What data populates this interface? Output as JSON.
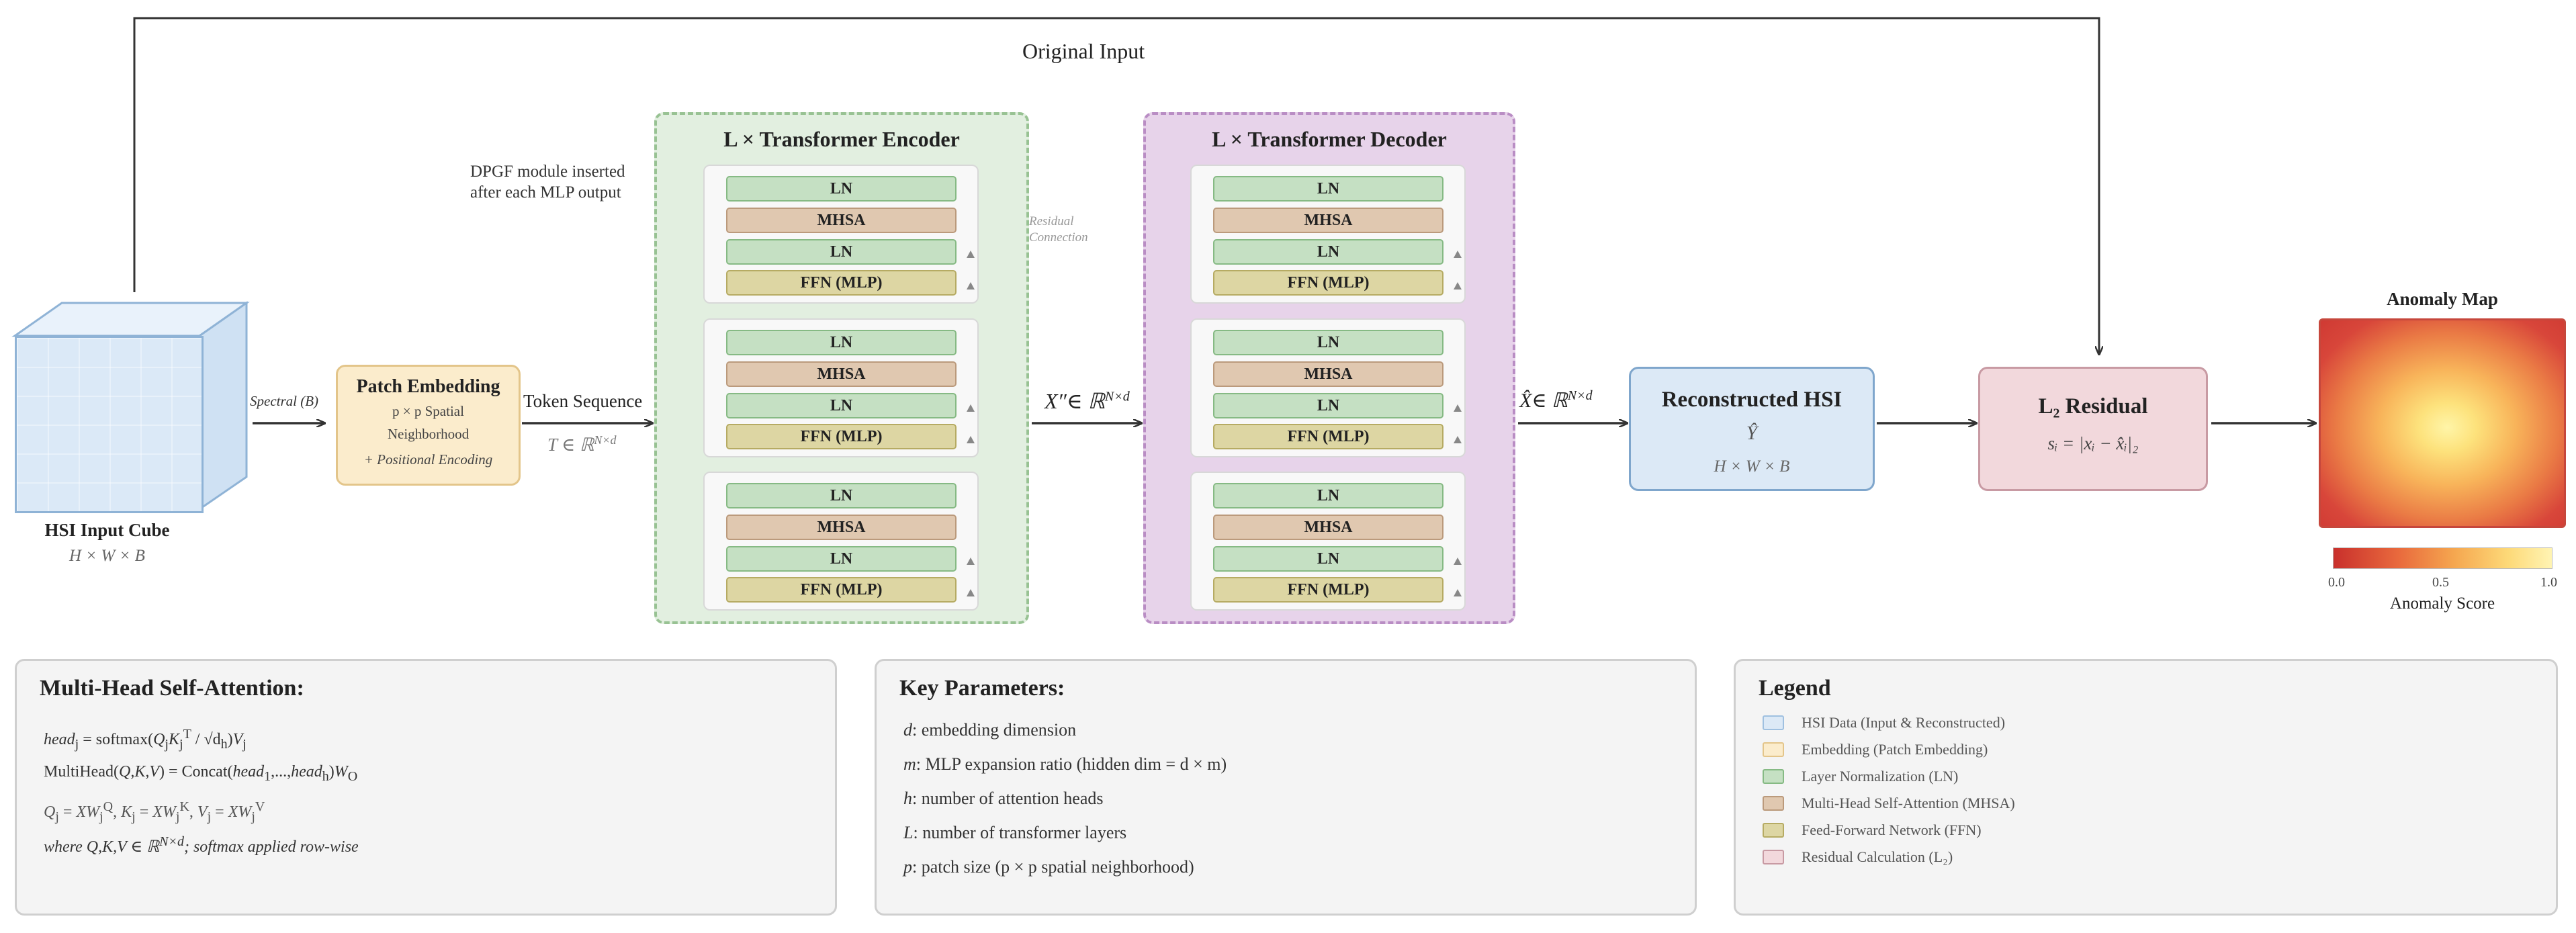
{
  "top_label": "Original Input",
  "dpgf_note": [
    "DPGF module inserted",
    "after each MLP output"
  ],
  "residual_connection": [
    "Residual",
    "Connection"
  ],
  "cube": {
    "title": "HSI Input Cube",
    "dims": "H × W × B"
  },
  "spectral_label": "Spectral (B)",
  "patch_embedding": {
    "title": "Patch Embedding",
    "line1": "p × p Spatial",
    "line2": "Neighborhood",
    "line3": "+ Positional Encoding"
  },
  "token_sequence": {
    "label": "Token Sequence",
    "math": "T ∈ ℝ",
    "sup": "N×d"
  },
  "encoder": {
    "title": "L × Transformer Encoder",
    "layers": [
      "LN",
      "MHSA",
      "LN",
      "FFN (MLP)"
    ]
  },
  "decoder": {
    "title": "L × Transformer Decoder",
    "layers": [
      "LN",
      "MHSA",
      "LN",
      "FFN (MLP)"
    ]
  },
  "x_double_prime": {
    "math": "X″∈ ℝ",
    "sup": "N×d"
  },
  "x_hat": {
    "math": "X̂∈ ℝ",
    "sup": "N×d"
  },
  "reconstructed": {
    "title": "Reconstructed HSI",
    "symbol": "Ŷ",
    "dims": "H × W × B"
  },
  "l2_residual": {
    "title": "L₂ Residual",
    "formula": "sᵢ = |xᵢ − x̂ᵢ|₂"
  },
  "anomaly_map": {
    "title": "Anomaly Map",
    "colorbar_label": "Anomaly Score",
    "ticks": [
      "0.0",
      "0.5",
      "1.0"
    ]
  },
  "mhsa_panel": {
    "title": "Multi-Head Self-Attention:",
    "lines": [
      "headⱼ = softmax(QⱼKⱼᵀ / √dₕ)Vⱼ",
      "MultiHead(Q,K,V) = Concat(head₁,...,headₕ)W_O",
      "Qⱼ = XWⱼ^Q, Kⱼ = XWⱼ^K, Vⱼ = XWⱼ^V",
      "where Q,K,V ∈ ℝ^N×d; softmax applied row-wise"
    ]
  },
  "params_panel": {
    "title": "Key Parameters:",
    "items": [
      {
        "sym": "d",
        "text": ": embedding dimension"
      },
      {
        "sym": "m",
        "text": ": MLP expansion ratio (hidden dim = d × m)"
      },
      {
        "sym": "h",
        "text": ": number of attention heads"
      },
      {
        "sym": "L",
        "text": ": number of transformer layers"
      },
      {
        "sym": "p",
        "text": ": patch size (p × p spatial neighborhood)"
      }
    ]
  },
  "legend_panel": {
    "title": "Legend",
    "items": [
      {
        "label": "HSI Data (Input & Reconstructed)",
        "color": "#dce9f6",
        "border": "#9fc0e0"
      },
      {
        "label": "Embedding (Patch Embedding)",
        "color": "#fbeccc",
        "border": "#e3c58a"
      },
      {
        "label": "Layer Normalization (LN)",
        "color": "#c5e0c3",
        "border": "#86ba84"
      },
      {
        "label": "Multi-Head Self-Attention (MHSA)",
        "color": "#e0c8b0",
        "border": "#bb9a7c"
      },
      {
        "label": "Feed-Forward Network (FFN)",
        "color": "#ddd6a3",
        "border": "#b6ab63"
      },
      {
        "label": "Residual Calculation (L₂)",
        "color": "#f2d8dc",
        "border": "#c89aa3"
      }
    ]
  }
}
